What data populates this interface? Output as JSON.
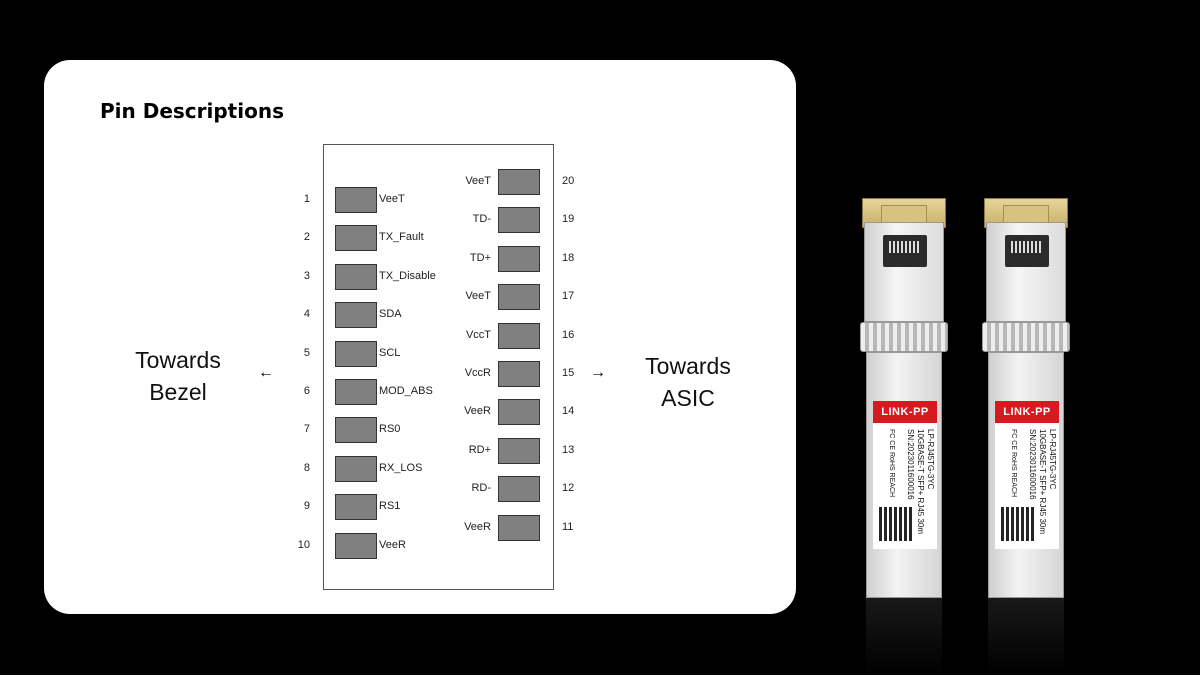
{
  "title": "Pin Descriptions",
  "left_pins": [
    {
      "num": "1",
      "label": "VeeT"
    },
    {
      "num": "2",
      "label": "TX_Fault"
    },
    {
      "num": "3",
      "label": "TX_Disable"
    },
    {
      "num": "4",
      "label": "SDA"
    },
    {
      "num": "5",
      "label": "SCL"
    },
    {
      "num": "6",
      "label": "MOD_ABS"
    },
    {
      "num": "7",
      "label": "RS0"
    },
    {
      "num": "8",
      "label": "RX_LOS"
    },
    {
      "num": "9",
      "label": "RS1"
    },
    {
      "num": "10",
      "label": "VeeR"
    }
  ],
  "right_pins": [
    {
      "num": "20",
      "label": "VeeT"
    },
    {
      "num": "19",
      "label": "TD-"
    },
    {
      "num": "18",
      "label": "TD+"
    },
    {
      "num": "17",
      "label": "VeeT"
    },
    {
      "num": "16",
      "label": "VccT"
    },
    {
      "num": "15",
      "label": "VccR"
    },
    {
      "num": "14",
      "label": "VeeR"
    },
    {
      "num": "13",
      "label": "RD+"
    },
    {
      "num": "12",
      "label": "RD-"
    },
    {
      "num": "11",
      "label": "VeeR"
    }
  ],
  "towards_bezel": {
    "line1": "Towards",
    "line2": "Bezel",
    "arrow": "←"
  },
  "towards_asic": {
    "line1": "Towards",
    "line2": "ASIC",
    "arrow": "→"
  },
  "modules": [
    {
      "brand": "LINK-PP",
      "line1": "LP-RJ45TG-3YC",
      "line2": "10GBASE-T SFP+ RJ45 30m",
      "line3": "SN:2023011600016",
      "marks": "FC CE RoHS REACH"
    },
    {
      "brand": "LINK-PP",
      "line1": "LP-RJ45TG-3YC",
      "line2": "10GBASE-T SFP+ RJ45 30m",
      "line3": "SN:2023011600016",
      "marks": "FC CE RoHS REACH"
    }
  ]
}
